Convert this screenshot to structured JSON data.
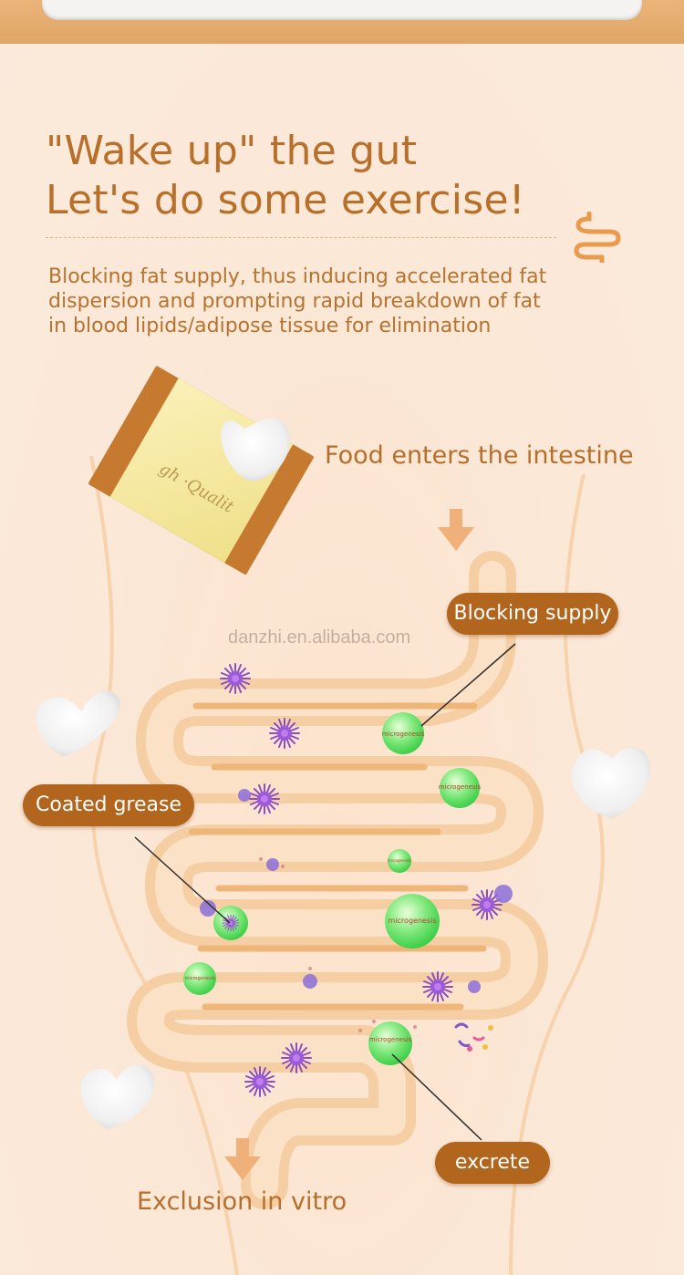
{
  "header": {
    "title_line1": "\"Wake up\" the gut",
    "title_line2": "Let's do some exercise!",
    "description_line1": "Blocking fat supply, thus inducing accelerated fat",
    "description_line2": "dispersion and prompting rapid breakdown of fat",
    "description_line3": "in blood lipids/adipose tissue for elimination"
  },
  "diagram": {
    "food_label": "Food enters the intestine",
    "blocking_label": "Blocking supply",
    "coated_label": "Coated grease",
    "excrete_label": "excrete",
    "exclusion_label": "Exclusion in vitro",
    "microbe_label": "microgenesis",
    "package_text": "gh ·Qualit"
  },
  "watermark": "danzhi.en.alibaba.com",
  "colors": {
    "accent": "#b86f2a",
    "pill": "#b1651d",
    "intestine": "#f2c89a",
    "good_microbe": "#7ee27a",
    "bad_microbe": "#8a4fc4"
  }
}
